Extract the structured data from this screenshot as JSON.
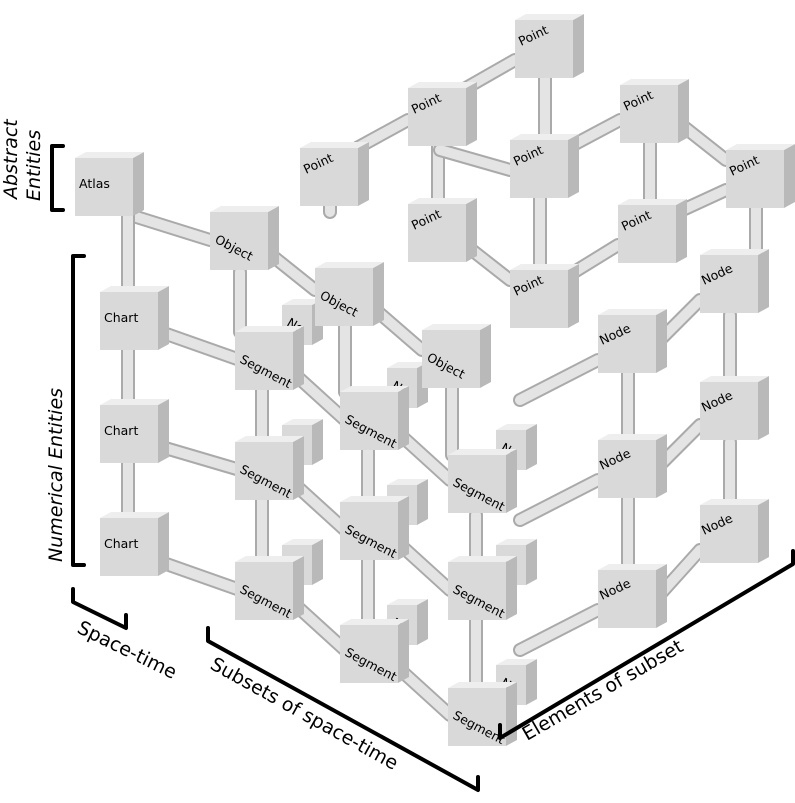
{
  "node_labels": {
    "atlas": "Atlas",
    "object": "Object",
    "point": "Point",
    "chart": "Chart",
    "segment": "Segment",
    "node": "Node"
  },
  "axis_labels": {
    "abstract_line1": "Abstract",
    "abstract_line2": "Entities",
    "numerical": "Numerical Entities",
    "space_time": "Space-time",
    "subsets": "Subsets of space-time",
    "elements": "Elements of subset"
  },
  "colors": {
    "box_front": "#d9d9d9",
    "box_top": "#eeeeee",
    "box_side": "#b9b9b9",
    "tube": "#e4e4e4",
    "tube_edge": "#aaaaaa",
    "bracket": "#000000"
  }
}
